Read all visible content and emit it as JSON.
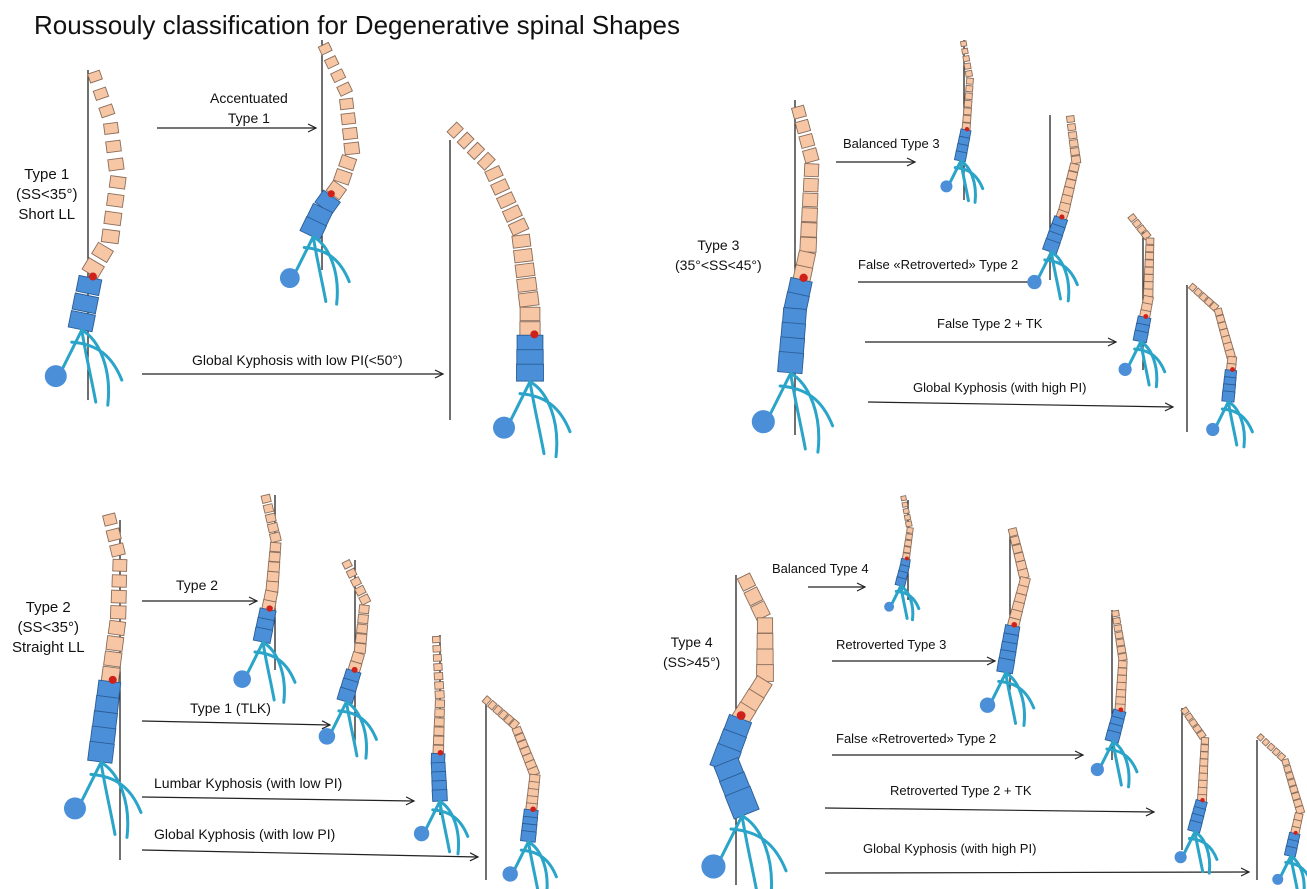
{
  "title": "Roussouly classification for Degenerative spinal Shapes",
  "colors": {
    "thoracic_vertebra": "#f7c6a4",
    "thoracic_vertebra_dark": "#f0ac80",
    "lumbar_vertebra": "#4b8fd8",
    "femoral_head": "#4b8fd8",
    "pelvis_line": "#2aa4c8",
    "apex_marker": "#d0201a",
    "plumb_line": "#222222",
    "arrow": "#222222"
  },
  "types": {
    "type1": {
      "line1": "Type 1",
      "line2": "(SS<35°)",
      "line3": "Short LL"
    },
    "type2": {
      "line1": "Type 2",
      "line2": "(SS<35°)",
      "line3": "Straight LL"
    },
    "type3": {
      "line1": "Type 3",
      "line2": "(35°<SS<45°)"
    },
    "type4": {
      "line1": "Type 4",
      "line2": "(SS>45°)"
    }
  },
  "arrows": {
    "t1_accentuated": {
      "line1": "Accentuated",
      "line2": "Type 1"
    },
    "t1_global": "Global Kyphosis with low PI(<50°)",
    "t2_type2": "Type 2",
    "t2_type1_tlk": "Type 1 (TLK)",
    "t2_lumbar_kyphosis": "Lumbar Kyphosis (with low PI)",
    "t2_global_kyphosis": "Global Kyphosis (with low PI)",
    "t3_balanced": "Balanced Type 3",
    "t3_false_retroverted": "False «Retroverted» Type 2",
    "t3_false_type2_tk": "False Type 2 + TK",
    "t3_global_kyphosis": "Global Kyphosis (with high PI)",
    "t4_balanced": "Balanced Type 4",
    "t4_retroverted_type3": "Retroverted Type 3",
    "t4_false_retroverted": "False «Retroverted» Type 2",
    "t4_retroverted_type2_tk": "Retroverted Type 2 + TK",
    "t4_global_kyphosis": "Global Kyphosis (with high PI)"
  }
}
